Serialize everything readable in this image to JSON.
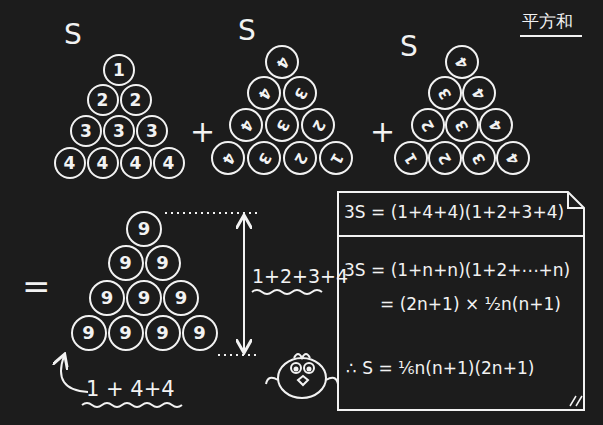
{
  "diagram": {
    "nodes": [
      {
        "text": [
          "1"
        ]
      },
      {
        "text": [
          "2"
        ]
      },
      {
        "text": [
          "2"
        ]
      },
      {
        "text": [
          "3"
        ]
      },
      {
        "text": [
          "3"
        ]
      },
      {
        "text": [
          "3"
        ]
      },
      {
        "text": [
          "4"
        ]
      },
      {
        "text": [
          "4"
        ]
      },
      {
        "text": [
          "4"
        ]
      },
      {
        "text": [
          "4"
        ]
      },
      {
        "text": [
          "4"
        ]
      },
      {
        "text": [
          "4"
        ]
      },
      {
        "text": [
          "3"
        ]
      },
      {
        "text": [
          "4"
        ]
      },
      {
        "text": [
          "3"
        ]
      },
      {
        "text": [
          "2"
        ]
      },
      {
        "text": [
          "4"
        ]
      },
      {
        "text": [
          "3"
        ]
      },
      {
        "text": [
          "2"
        ]
      },
      {
        "text": [
          "1"
        ]
      },
      {
        "text": [
          "4"
        ]
      },
      {
        "text": [
          "3"
        ]
      },
      {
        "text": [
          "4"
        ]
      },
      {
        "text": [
          "2"
        ]
      },
      {
        "text": [
          "3"
        ]
      },
      {
        "text": [
          "4"
        ]
      },
      {
        "text": [
          "1"
        ]
      },
      {
        "text": [
          "2"
        ]
      },
      {
        "text": [
          "3"
        ]
      },
      {
        "text": [
          "4"
        ]
      },
      {
        "text": [
          "9"
        ]
      },
      {
        "text": [
          "9"
        ]
      },
      {
        "text": [
          "9"
        ]
      },
      {
        "text": [
          "9"
        ]
      },
      {
        "text": [
          "9"
        ]
      },
      {
        "text": [
          "9"
        ]
      },
      {
        "text": [
          "9"
        ]
      },
      {
        "text": [
          "9"
        ]
      },
      {
        "text": [
          "9"
        ]
      },
      {
        "text": [
          "9"
        ]
      },
      {
        "text": [
          "3S = (1+4+4)(1+2+3+4)",
          "3S = (1+n+n)(1+2+⋯+n)",
          "= (2n+1) × ½n(n+1)",
          "∴ S = ⅙n(n+1)(2n+1)"
        ]
      }
    ],
    "labels": [
      "平方和",
      "S",
      "S",
      "S",
      "+",
      "+",
      "=",
      "1+2+3+4",
      "1 + 4+4"
    ]
  }
}
